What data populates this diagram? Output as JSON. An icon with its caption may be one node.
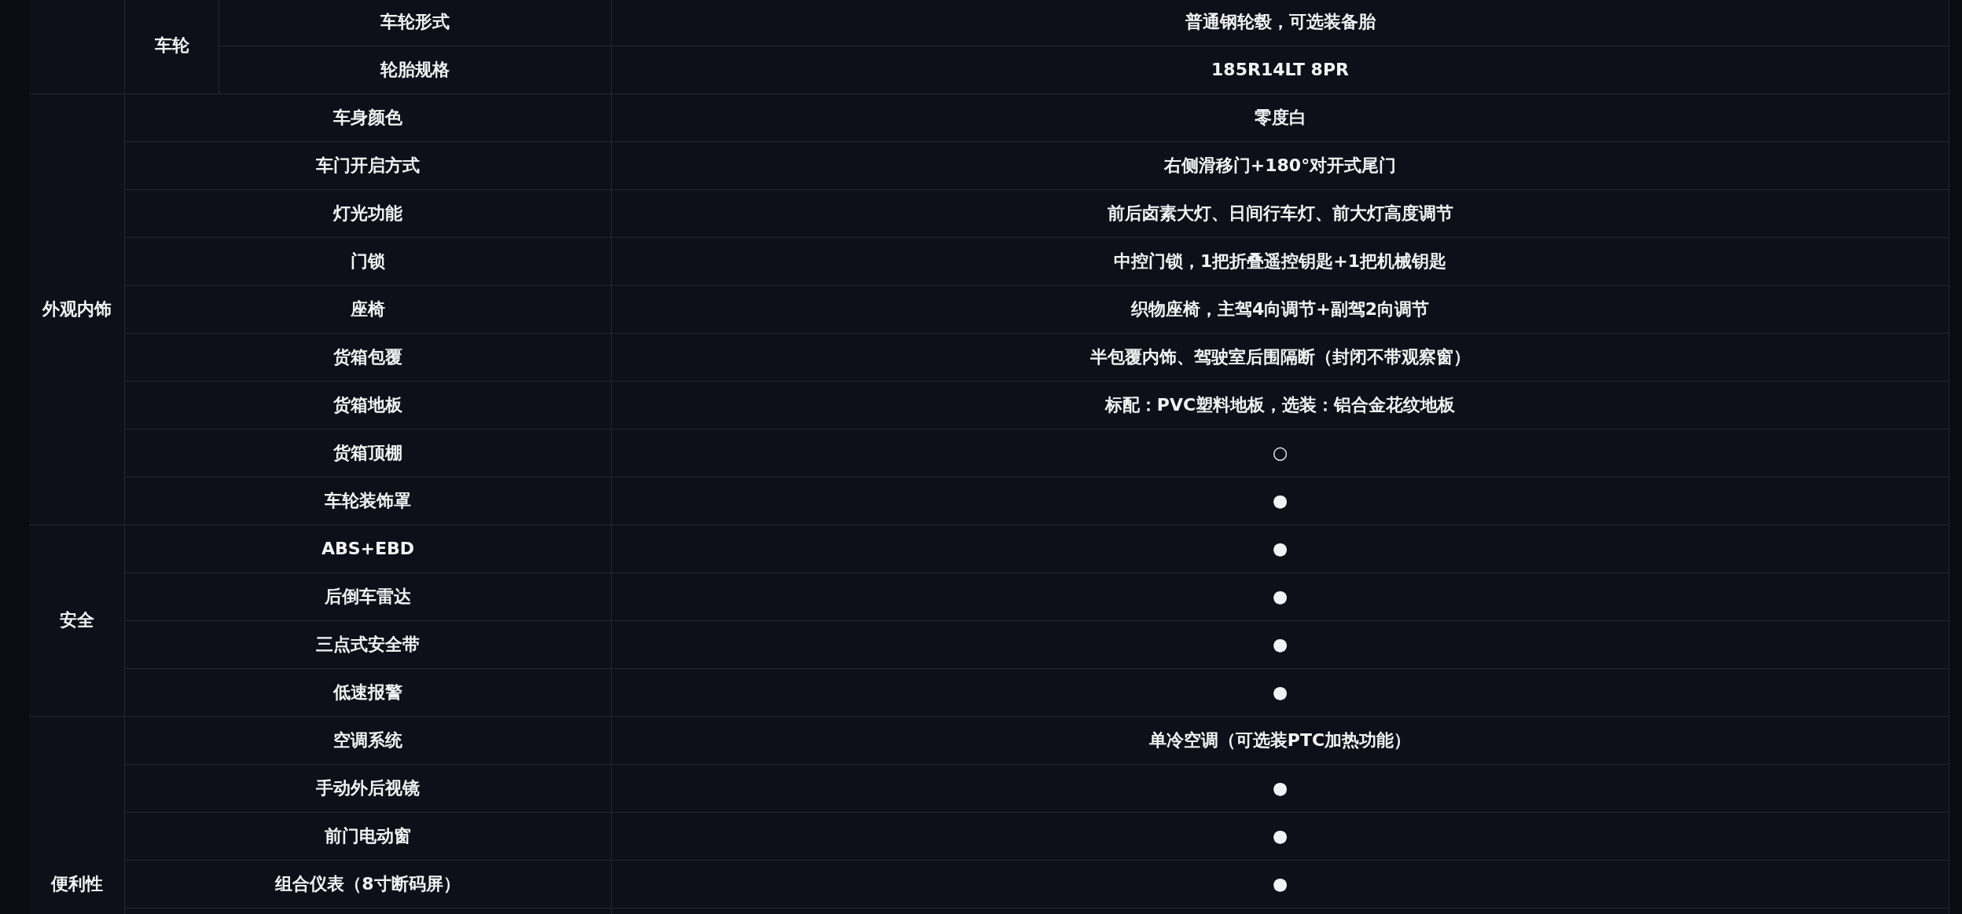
{
  "diagram": {
    "labels": [
      "车轮",
      "车轮形式",
      "普通钢轮毂，可选装备胎",
      "轮胎规格",
      "185R14LT 8PR",
      "外观内饰",
      "车身颜色",
      "零度白",
      "车门开启方式",
      "右侧滑移门+180°对开式尾门",
      "灯光功能",
      "前后卤素大灯、日间行车灯、前大灯高度调节",
      "门锁",
      "中控门锁，1把折叠遥控钥匙+1把机械钥匙",
      "座椅",
      "织物座椅，主驾4向调节+副驾2向调节",
      "货箱包覆",
      "半包覆内饰、驾驶室后围隔断（封闭不带观察窗）",
      "货箱地板",
      "标配：PVC塑料地板，选装：铝合金花纹地板",
      "货箱顶棚",
      "○",
      "车轮装饰罩",
      "●",
      "安全",
      "ABS+EBD",
      "●",
      "后倒车雷达",
      "●",
      "三点式安全带",
      "●",
      "低速报警",
      "●",
      "便利性",
      "空调系统",
      "单冷空调（可选装PTC加热功能）",
      "手动外后视镜",
      "●",
      "前门电动窗",
      "●",
      "组合仪表（8寸断码屏）",
      "●"
    ]
  }
}
